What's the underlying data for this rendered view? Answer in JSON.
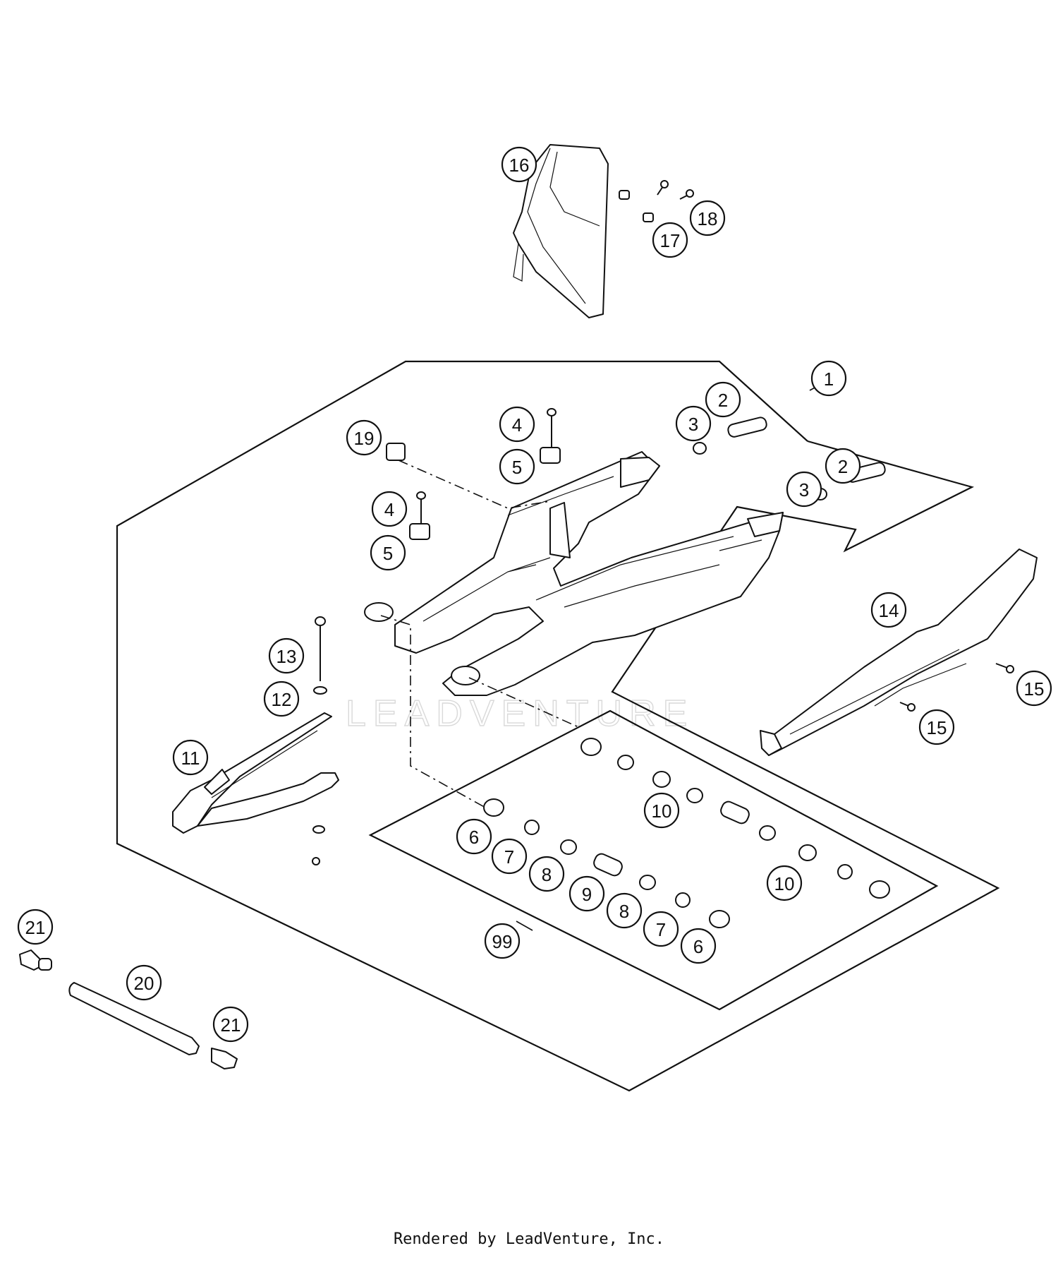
{
  "callouts": [
    "1",
    "2",
    "2",
    "3",
    "3",
    "4",
    "4",
    "5",
    "5",
    "6",
    "6",
    "7",
    "7",
    "8",
    "8",
    "9",
    "10",
    "10",
    "11",
    "12",
    "13",
    "14",
    "15",
    "15",
    "16",
    "17",
    "18",
    "19",
    "20",
    "21",
    "21",
    "99"
  ],
  "watermark": "LEADVENTURE",
  "footer": "Rendered by LeadVenture, Inc."
}
